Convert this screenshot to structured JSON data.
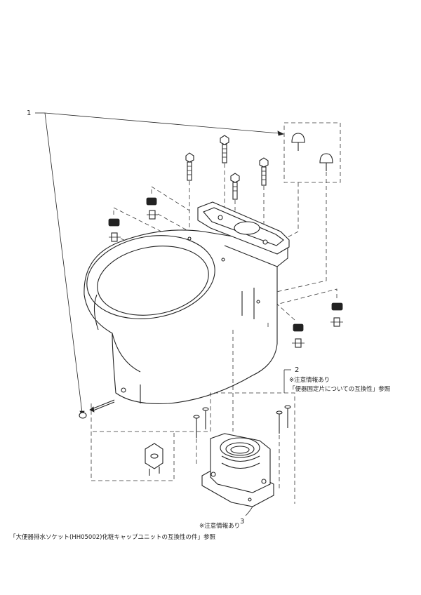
{
  "callouts": [
    {
      "number": "1"
    },
    {
      "number": "2",
      "note_marker": "※注意情報あり",
      "note_ref": "「便器固定片についての互換性」参照"
    },
    {
      "number": "3",
      "note_marker": "※注意情報あり",
      "note_ref": "「大便器排水ソケット(HH05002)化粧キャップユニットの互換性の件」参照"
    }
  ]
}
